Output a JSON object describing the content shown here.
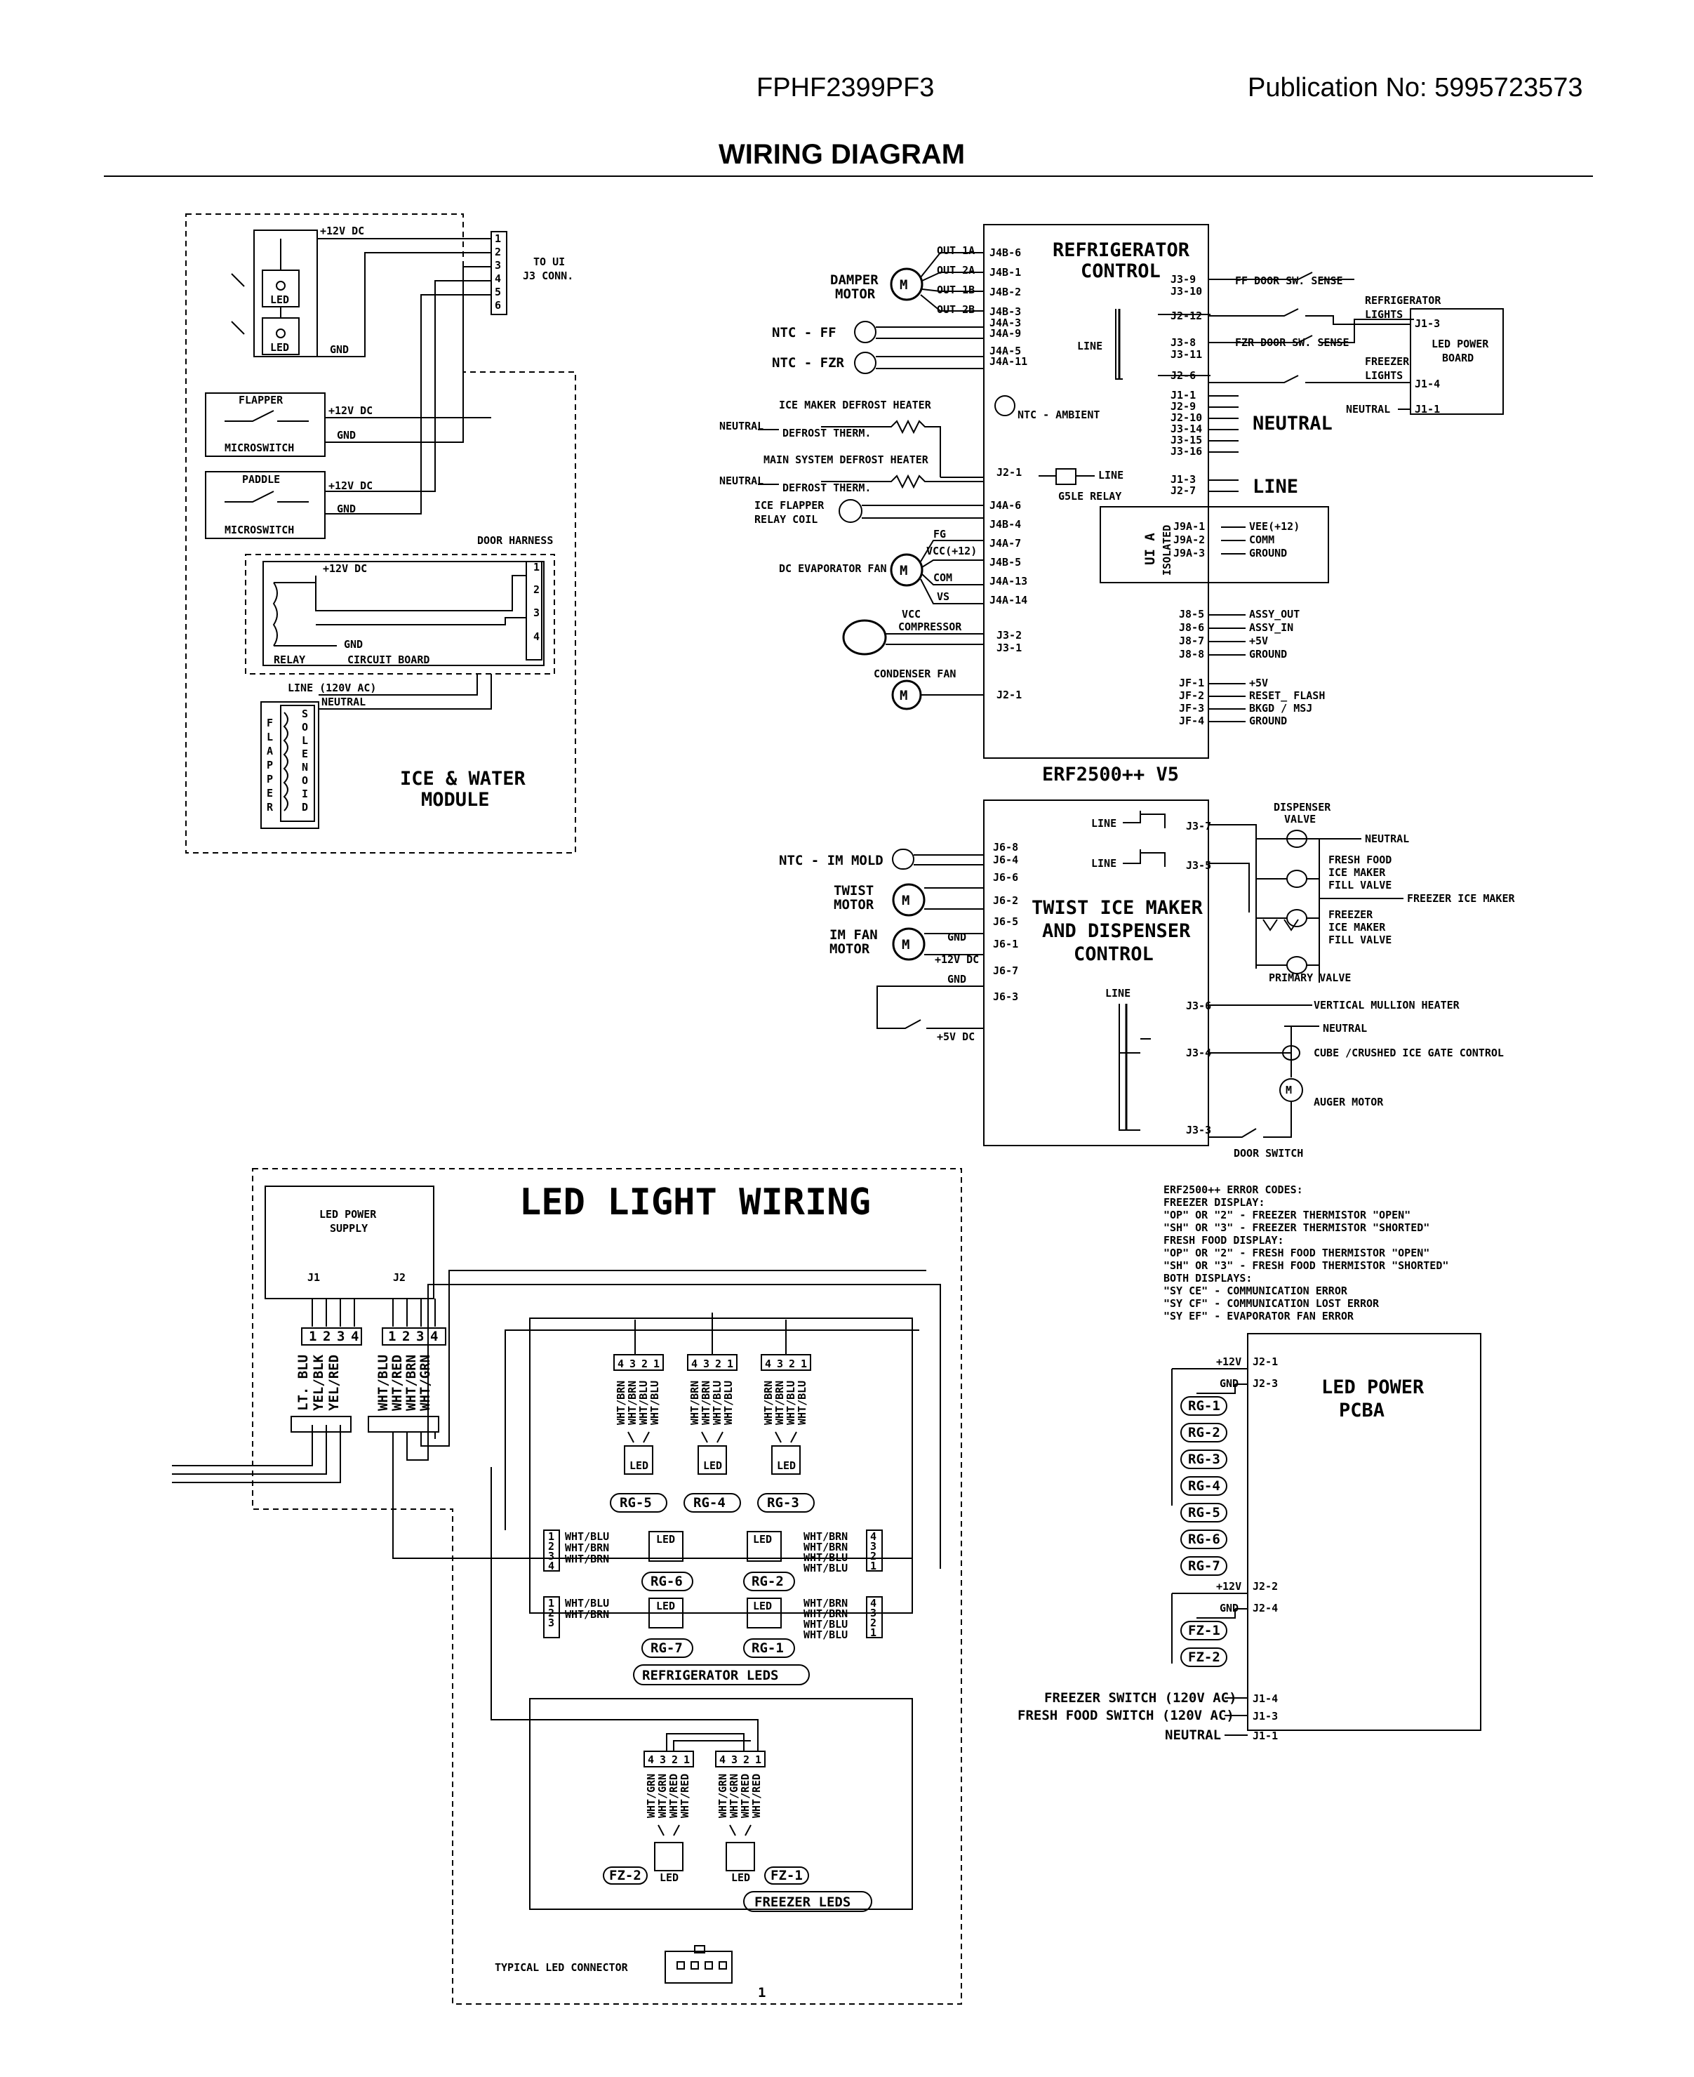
{
  "header": {
    "model": "FPHF2399PF3",
    "publication": "Publication No:  5995723573",
    "title": "WIRING DIAGRAM"
  },
  "ui_module": {
    "plus12": "+12V DC",
    "gnd": "GND",
    "led": "LED",
    "to_ui": "TO UI",
    "j3conn": "J3 CONN.",
    "pins": [
      "1",
      "2",
      "3",
      "4",
      "5",
      "6"
    ],
    "flapper": "FLAPPER",
    "paddle": "PADDLE",
    "microswitch": "MICROSWITCH",
    "door_harness": "DOOR HARNESS",
    "relay": "RELAY",
    "circuit_board": "CIRCUIT BOARD",
    "line120": "LINE (120V AC)",
    "neutral": "NEUTRAL",
    "solenoid_a": "FLAPPER",
    "solenoid_b": "SOLENOID",
    "ice_water": "ICE & WATER",
    "module": "MODULE"
  },
  "fridge_control": {
    "title_a": "REFRIGERATOR",
    "title_b": "CONTROL",
    "board": "ERF2500++ V5",
    "left_pins": [
      "J4B-6",
      "J4B-1",
      "J4B-2",
      "J4B-3",
      "J4A-3",
      "J4A-9",
      "J4A-5",
      "J4A-11"
    ],
    "out_labels": [
      "OUT 1A",
      "OUT 2A",
      "OUT 1B",
      "OUT 2B"
    ],
    "damper_a": "DAMPER",
    "damper_b": "MOTOR",
    "motor": "M",
    "ntc_ff": "NTC - FF",
    "ntc_fzr": "NTC - FZR",
    "ntc_ambient": "NTC  - AMBIENT",
    "ice_maker_defrost": "ICE MAKER DEFROST HEATER",
    "defrost_therm": "DEFROST THERM.",
    "main_system_defrost": "MAIN SYSTEM DEFROST HEATER",
    "neutral": "NEUTRAL",
    "j2_1": "J2-1",
    "line": "LINE",
    "g5le": "G5LE RELAY",
    "ice_flapper_a": "ICE FLAPPER",
    "ice_flapper_b": "RELAY COIL",
    "lower_left_pins": [
      "J4A-6",
      "J4B-4",
      "J4A-7",
      "J4B-5",
      "J4A-13",
      "J4A-14"
    ],
    "fg": "FG",
    "vcc12": "VCC(+12)",
    "com": "COM",
    "vs": "VS",
    "dc_evap_fan": "DC EVAPORATOR FAN",
    "vcc": "VCC",
    "compressor": "COMPRESSOR",
    "j3_2": "J3-2",
    "j3_1": "J3-1",
    "condenser_fan": "CONDENSER FAN",
    "j2_1b": "J2-1",
    "right_top_pins": [
      "J3-9",
      "J3-10",
      "J2-12",
      "J3-8",
      "J3-11",
      "J2-6"
    ],
    "ff_door": "FF DOOR SW. SENSE",
    "fzr_door": "FZR DOOR SW. SENSE",
    "fridge_lights_a": "REFRIGERATOR",
    "fridge_lights_b": "LIGHTS",
    "freezer_lights_a": "FREEZER",
    "freezer_lights_b": "LIGHTS",
    "led_power_board_a": "LED POWER",
    "led_power_board_b": "BOARD",
    "board_pins": [
      "J1-3",
      "J1-4",
      "J1-1"
    ],
    "neutral_pins": [
      "J1-1",
      "J2-9",
      "J2-10",
      "J3-14",
      "J3-15",
      "J3-16"
    ],
    "line_pins": [
      "J1-3",
      "J2-7"
    ],
    "line_big": "LINE",
    "ui_a": "UI A",
    "isolated": "ISOLATED",
    "ui_pins": [
      "J9A-1",
      "J9A-2",
      "J9A-3"
    ],
    "ui_labels": [
      "VEE(+12)",
      "COMM",
      "GROUND"
    ],
    "j8_pins": [
      "J8-5",
      "J8-6",
      "J8-7",
      "J8-8"
    ],
    "j8_labels": [
      "ASSY_OUT",
      "ASSY_IN",
      "+5V",
      "GROUND"
    ],
    "jf_pins": [
      "JF-1",
      "JF-2",
      "JF-3",
      "JF-4"
    ],
    "jf_labels": [
      "+5V",
      "RESET_ FLASH",
      "BKGD / MSJ",
      "GROUND"
    ]
  },
  "ice_maker": {
    "title_a": "TWIST ICE MAKER",
    "title_b": "AND DISPENSER",
    "title_c": "CONTROL",
    "line": "LINE",
    "j3_7": "J3-7",
    "j3_5": "J3-5",
    "j3_6": "J3-6",
    "j3_4": "J3-4",
    "j3_3": "J3-3",
    "left_pins": [
      "J6-8",
      "J6-4",
      "J6-6",
      "J6-2",
      "J6-5",
      "J6-1",
      "J6-7",
      "J6-3"
    ],
    "ntc_im": "NTC - IM MOLD",
    "twist_a": "TWIST",
    "twist_b": "MOTOR",
    "imfan_a": "IM FAN",
    "imfan_b": "MOTOR",
    "gnd": "GND",
    "plus12": "+12V DC",
    "plus5": "+5V DC",
    "dispenser_a": "DISPENSER",
    "dispenser_b": "VALVE",
    "neutral": "NEUTRAL",
    "ff_fill_a": "FRESH FOOD",
    "ff_fill_b": "ICE MAKER",
    "ff_fill_c": "FILL VALVE",
    "freezer_ice_maker": "FREEZER ICE MAKER",
    "fz_fill_a": "FREEZER",
    "fz_fill_b": "ICE MAKER",
    "fz_fill_c": "FILL VALVE",
    "primary": "PRIMARY VALVE",
    "mullion": "VERTICAL MULLION HEATER",
    "cube": "CUBE /CRUSHED ICE GATE CONTROL",
    "auger": "AUGER MOTOR",
    "door_switch": "DOOR SWITCH"
  },
  "led_wiring": {
    "title": "LED LIGHT WIRING",
    "supply_a": "LED POWER",
    "supply_b": "SUPPLY",
    "j1": "J1",
    "j2": "J2",
    "j1_pins": [
      "1",
      "2",
      "3",
      "4"
    ],
    "j2_pins": [
      "1",
      "2",
      "3",
      "4"
    ],
    "j1_wires": [
      "LT. BLU",
      "YEL/BLK",
      "YEL/RED"
    ],
    "j2_wires": [
      "WHT/BLU",
      "WHT/RED",
      "WHT/BRN",
      "WHT/GRN"
    ],
    "conn_wires": [
      "WHT/BRN",
      "WHT/BRN",
      "WHT/BLU",
      "WHT/BLU"
    ],
    "conn_pins": [
      "4",
      "3",
      "2",
      "1"
    ],
    "led": "LED",
    "rg": [
      "RG-5",
      "RG-4",
      "RG-3",
      "RG-6",
      "RG-2",
      "RG-7",
      "RG-1"
    ],
    "side_wires_a": [
      "WHT/BLU",
      "WHT/BRN",
      "WHT/BRN"
    ],
    "side_wires_b": [
      "WHT/BLU",
      "WHT/BRN"
    ],
    "right_wires": [
      "WHT/BRN",
      "WHT/BRN",
      "WHT/BLU",
      "WHT/BLU"
    ],
    "fridge_leds": "REFRIGERATOR LEDS",
    "fz_wires_a": [
      "WHT/GRN",
      "WHT/GRN",
      "WHT/RED",
      "WHT/RED"
    ],
    "fz": [
      "FZ-2",
      "FZ-1"
    ],
    "freezer_leds": "FREEZER LEDS",
    "typical": "TYPICAL LED CONNECTOR",
    "one": "1"
  },
  "error_codes": {
    "lines": [
      "ERF2500++ ERROR CODES:",
      "FREEZER DISPLAY:",
      "  \"OP\" OR \"2\" - FREEZER THERMISTOR \"OPEN\"",
      "  \"SH\" OR \"3\" - FREEZER THERMISTOR \"SHORTED\"",
      "FRESH FOOD DISPLAY:",
      "  \"OP\" OR \"2\" - FRESH FOOD THERMISTOR \"OPEN\"",
      "  \"SH\" OR \"3\" - FRESH FOOD THERMISTOR \"SHORTED\"",
      "BOTH DISPLAYS:",
      "  \"SY CE\" - COMMUNICATION ERROR",
      "  \"SY CF\" - COMMUNICATION LOST ERROR",
      "  \"SY EF\" - EVAPORATOR FAN ERROR"
    ]
  },
  "led_pcba": {
    "title_a": "LED POWER",
    "title_b": "PCBA",
    "plus12": "+12V",
    "gnd": "GND",
    "rg_pins": [
      "J2-1",
      "J2-3"
    ],
    "rg": [
      "RG-1",
      "RG-2",
      "RG-3",
      "RG-4",
      "RG-5",
      "RG-6",
      "RG-7"
    ],
    "fz_pins": [
      "J2-2",
      "J2-4"
    ],
    "fz": [
      "FZ-1",
      "FZ-2"
    ],
    "switch_labels": [
      "FREEZER SWITCH (120V AC)",
      "FRESH FOOD SWITCH (120V AC)",
      "NEUTRAL"
    ],
    "switch_pins": [
      "J1-4",
      "J1-3",
      "J1-1"
    ]
  }
}
